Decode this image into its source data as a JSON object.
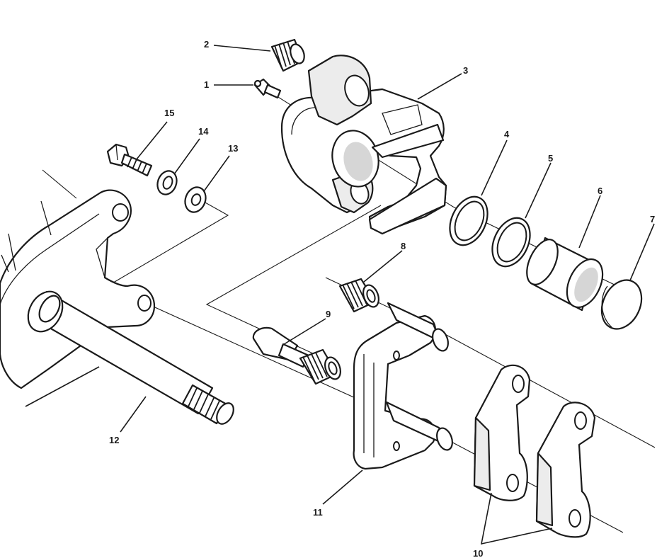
{
  "callouts": {
    "c1": "1",
    "c2": "2",
    "c3": "3",
    "c4": "4",
    "c5": "5",
    "c6": "6",
    "c7": "7",
    "c8": "8",
    "c9": "9",
    "c10": "10",
    "c11": "11",
    "c12": "12",
    "c13": "13",
    "c14": "14",
    "c15": "15"
  },
  "colors": {
    "ink": "#1a1a1a",
    "paper": "#ffffff"
  }
}
